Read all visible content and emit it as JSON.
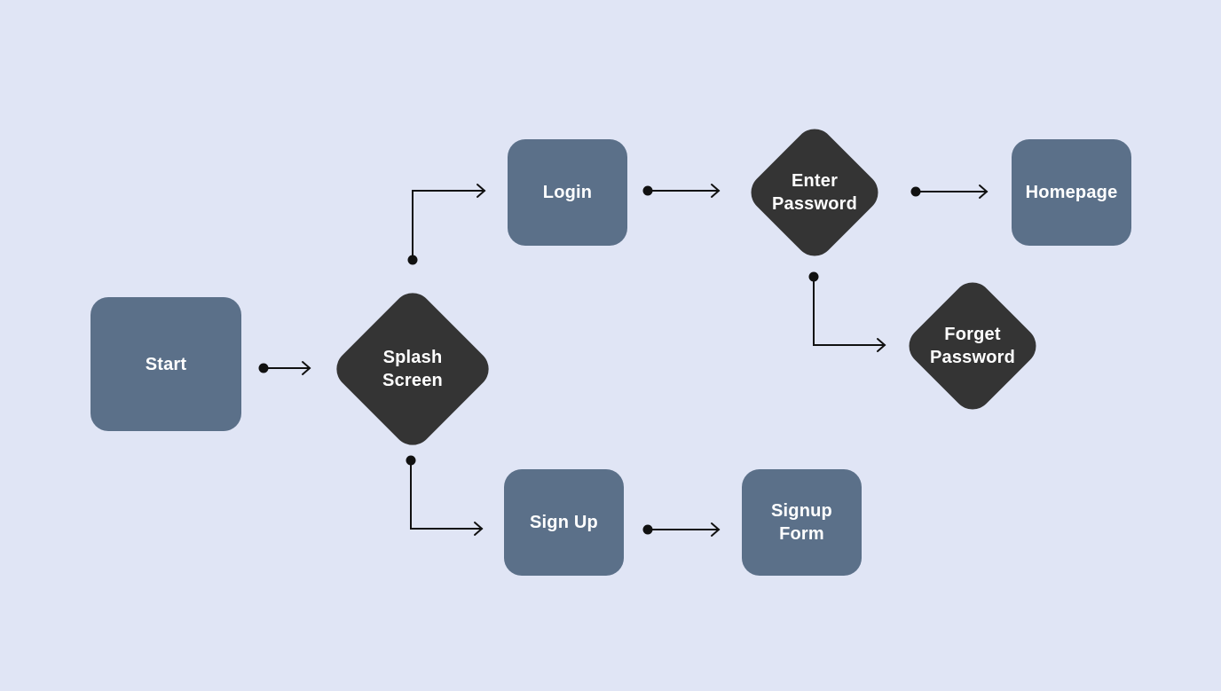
{
  "diagram": {
    "colors": {
      "background": "#e0e5f5",
      "process_fill": "#5b7089",
      "decision_fill": "#343434",
      "label_text": "#ffffff",
      "connector": "#111111"
    },
    "nodes": {
      "start": {
        "shape": "rounded-rectangle",
        "label": "Start"
      },
      "splash_screen": {
        "shape": "diamond",
        "label": "Splash\nScreen"
      },
      "login": {
        "shape": "rounded-rectangle",
        "label": "Login"
      },
      "enter_password": {
        "shape": "diamond",
        "label": "Enter\nPassword"
      },
      "homepage": {
        "shape": "rounded-rectangle",
        "label": "Homepage"
      },
      "forget_password": {
        "shape": "diamond",
        "label": "Forget\nPassword"
      },
      "sign_up": {
        "shape": "rounded-rectangle",
        "label": "Sign Up"
      },
      "signup_form": {
        "shape": "rounded-rectangle",
        "label": "Signup\nForm"
      }
    },
    "edges": [
      {
        "from": "start",
        "to": "splash_screen"
      },
      {
        "from": "splash_screen",
        "to": "login"
      },
      {
        "from": "splash_screen",
        "to": "sign_up"
      },
      {
        "from": "login",
        "to": "enter_password"
      },
      {
        "from": "enter_password",
        "to": "homepage"
      },
      {
        "from": "enter_password",
        "to": "forget_password"
      },
      {
        "from": "sign_up",
        "to": "signup_form"
      }
    ]
  }
}
